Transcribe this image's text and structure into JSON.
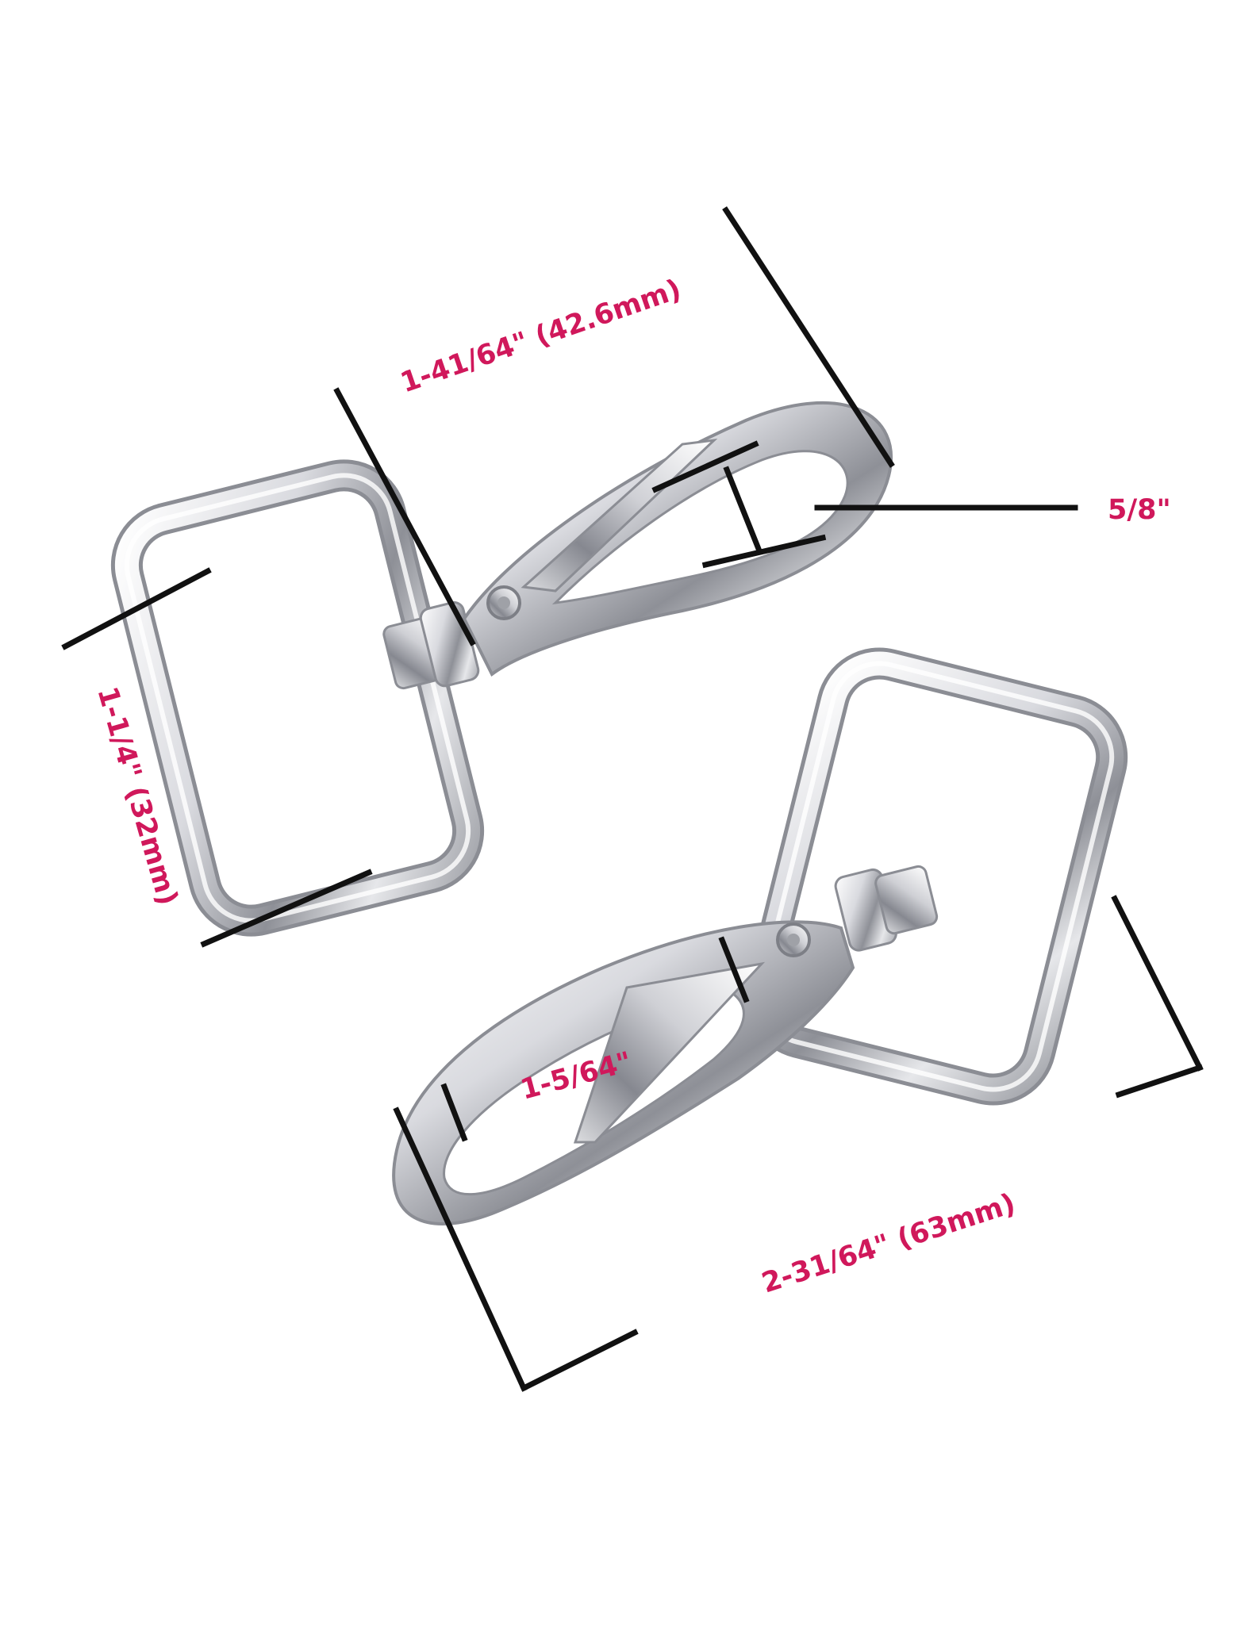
{
  "labels": {
    "top_length": "1-41/64\" (42.6mm)",
    "gate_opening": "5/8\"",
    "loop_width": "1-1/4\" (32mm)",
    "hook_inner": "1-5/64\"",
    "total_length": "2-31/64\" (63mm)"
  },
  "colors": {
    "label": "#d0185b",
    "dimension_line": "#111111",
    "metal_light": "#f4f4f6",
    "metal_mid": "#c9cacf",
    "metal_dark": "#7d7f86",
    "background": "#ffffff"
  }
}
